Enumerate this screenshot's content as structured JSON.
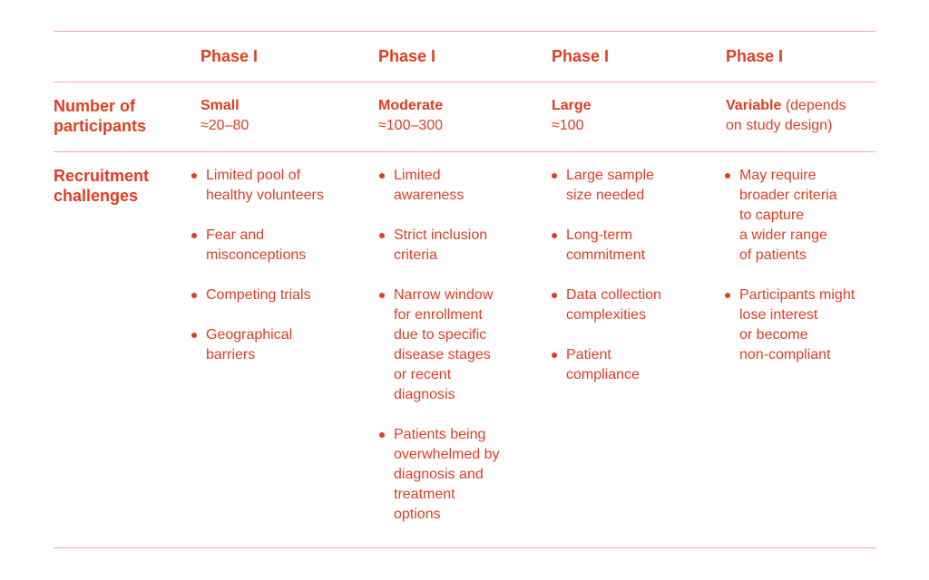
{
  "headers": [
    "Phase I",
    "Phase I",
    "Phase I",
    "Phase I"
  ],
  "participants": {
    "label": "Number of\nparticipants",
    "cells": [
      {
        "bold": "Small",
        "rest": "",
        "range": "≈20–80"
      },
      {
        "bold": "Moderate",
        "rest": "",
        "range": "≈100–300"
      },
      {
        "bold": "Large",
        "rest": "",
        "range": "≈100"
      },
      {
        "bold": "Variable",
        "rest": " (depends\non study design)",
        "range": ""
      }
    ]
  },
  "recruitment": {
    "label": "Recruitment\nchallenges",
    "columns": [
      [
        "Limited pool of\nhealthy volunteers",
        "Fear and\nmisconceptions",
        "Competing trials",
        "Geographical\nbarriers"
      ],
      [
        "Limited\nawareness",
        "Strict inclusion\ncriteria",
        "Narrow window\nfor enrollment\ndue to specific\ndisease stages\nor recent\ndiagnosis",
        "Patients being\noverwhelmed by\ndiagnosis and\ntreatment\noptions"
      ],
      [
        "Large sample\nsize needed",
        "Long-term\ncommitment",
        "Data collection\ncomplexities",
        "Patient\ncompliance"
      ],
      [
        "May require\nbroader criteria\nto capture\na wider range\nof patients",
        "Participants might\nlose interest\nor become\nnon-compliant"
      ]
    ]
  },
  "colors": {
    "accent": "#e23c22",
    "rule": "#f4a99b"
  }
}
